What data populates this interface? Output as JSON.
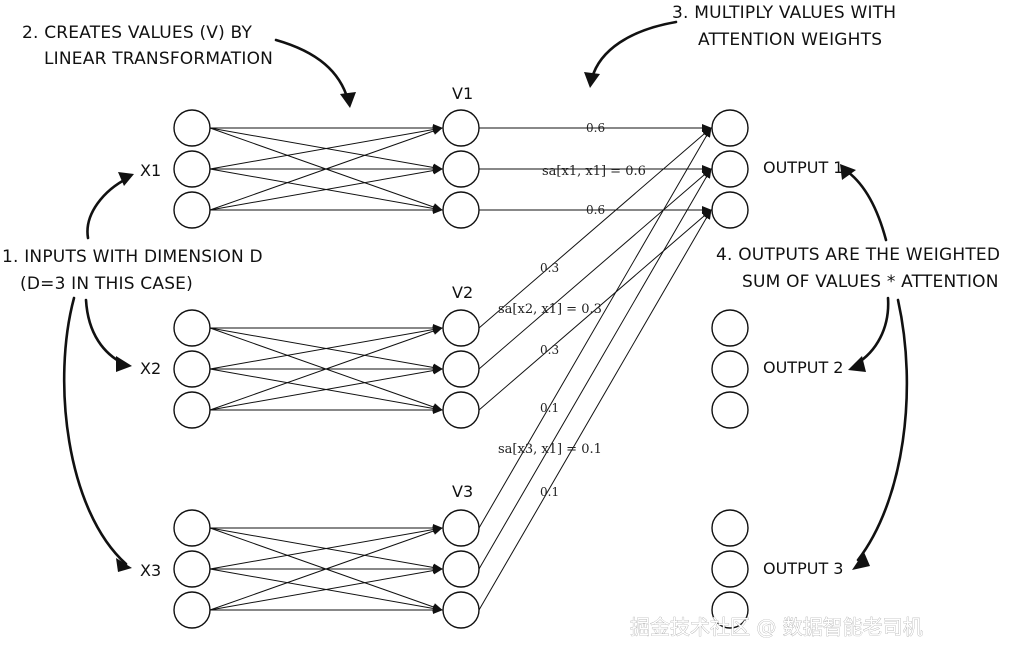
{
  "annotations": {
    "step1_line1": "1. INPUTS WITH DIMENSION D",
    "step1_line2": "(D=3 IN THIS CASE)",
    "step2_line1": "2. CREATES VALUES (V) BY",
    "step2_line2": "LINEAR TRANSFORMATION",
    "step3_line1": "3. MULTIPLY VALUES WITH",
    "step3_line2": "ATTENTION WEIGHTS",
    "step4_line1": "4. OUTPUTS ARE THE WEIGHTED",
    "step4_line2": "SUM OF VALUES * ATTENTION"
  },
  "inputs": [
    {
      "label": "X1"
    },
    {
      "label": "X2"
    },
    {
      "label": "X3"
    }
  ],
  "values": [
    {
      "label": "V1"
    },
    {
      "label": "V2"
    },
    {
      "label": "V3"
    }
  ],
  "outputs": [
    {
      "label": "OUTPUT 1"
    },
    {
      "label": "OUTPUT 2"
    },
    {
      "label": "OUTPUT 3"
    }
  ],
  "attention": [
    {
      "formula": "sa[x1, x1] = 0.6",
      "weight": "0.6"
    },
    {
      "formula": "sa[x2, x1] = 0.3",
      "weight": "0.3"
    },
    {
      "formula": "sa[x3, x1] = 0.1",
      "weight": "0.1"
    }
  ],
  "watermark": "掘金技术社区 @ 数据智能老司机"
}
